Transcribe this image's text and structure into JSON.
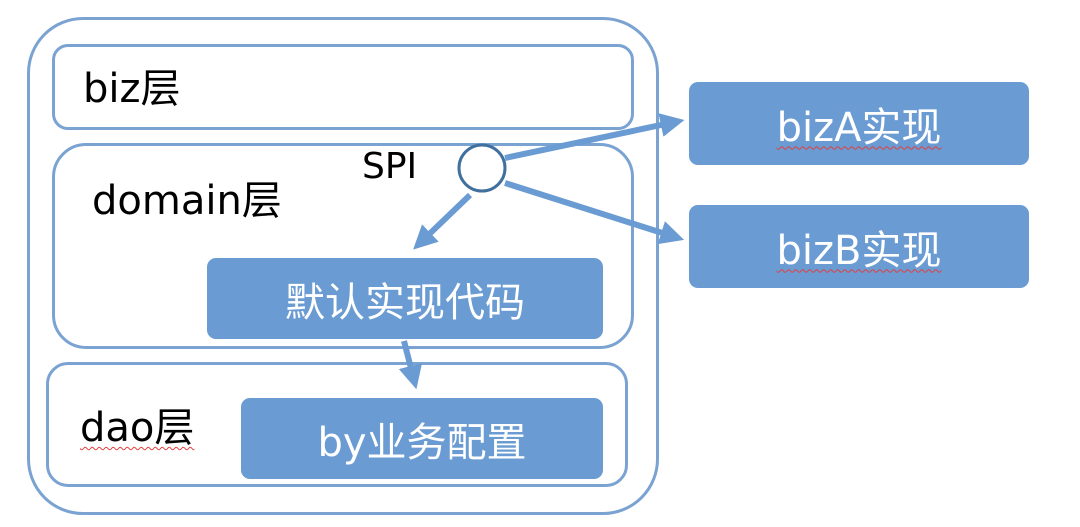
{
  "layers": {
    "biz": "biz层",
    "domain": "domain层",
    "dao": "dao层"
  },
  "spi": {
    "label": "SPI"
  },
  "boxes": {
    "default_impl": "默认实现代码",
    "by_config": "by业务配置",
    "biza_impl": "bizA实现",
    "bizb_impl": "bizB实现"
  },
  "colors": {
    "outline": "#7aa3d2",
    "box_fill": "#6a9bd2",
    "arrow": "#6a9bd2",
    "box_text": "#ffffff",
    "spell_underline": "#e04040"
  }
}
